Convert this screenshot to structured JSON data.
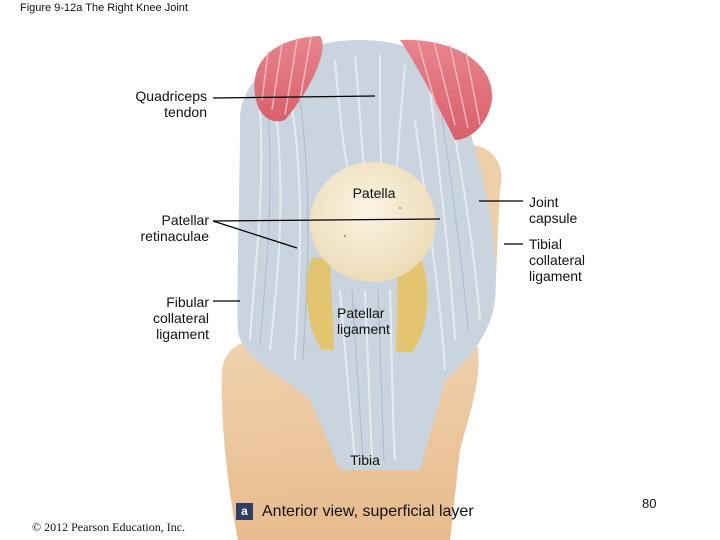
{
  "figure_title": "Figure 9-12a  The Right Knee Joint",
  "labels": {
    "quadriceps_tendon": [
      "Quadriceps",
      "tendon"
    ],
    "patella": "Patella",
    "patellar_retinaculae": [
      "Patellar",
      "retinaculae"
    ],
    "fibular_collateral_ligament": [
      "Fibular",
      "collateral",
      "ligament"
    ],
    "patellar_ligament": [
      "Patellar",
      "ligament"
    ],
    "joint_capsule": [
      "Joint",
      "capsule"
    ],
    "tibial_collateral_ligament": [
      "Tibial",
      "collateral",
      "ligament"
    ],
    "tibia": "Tibia"
  },
  "caption": {
    "badge": "a",
    "text": "Anterior view, superficial layer"
  },
  "copyright": "© 2012 Pearson Education, Inc.",
  "page_number": "80",
  "colors": {
    "muscle": "#e0707a",
    "ligament": "#c9d4de",
    "patella": "#f4ead0",
    "fat": "#e6c25a",
    "bone": "#ecc9a1"
  }
}
